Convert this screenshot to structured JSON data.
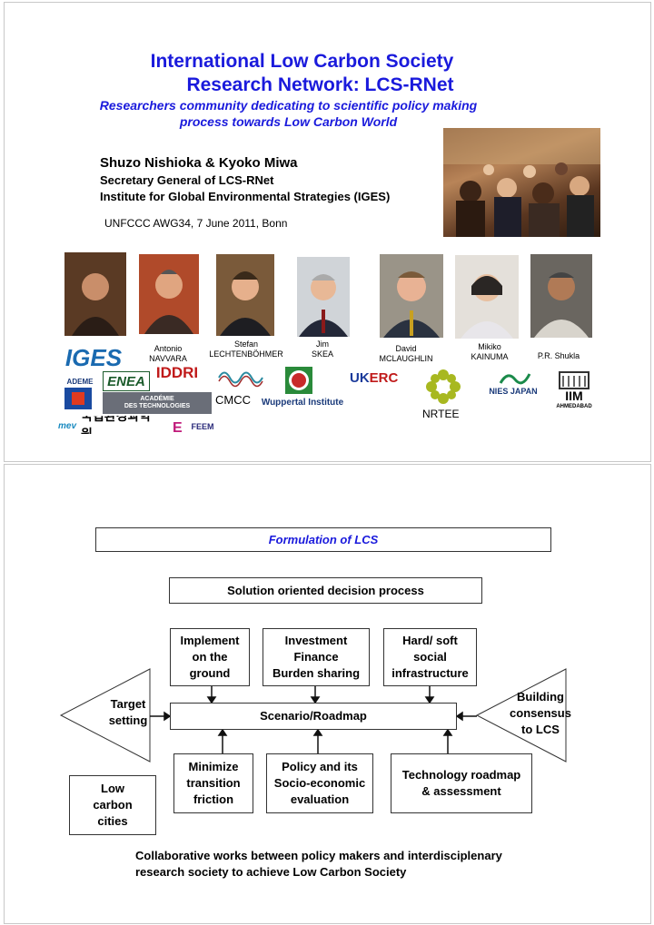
{
  "slide1": {
    "title_line1": "International Low Carbon Society",
    "title_line2": "Research Network: LCS-RNet",
    "subtitle_line1": "Researchers community dedicating to scientific policy making",
    "subtitle_line2": "process towards Low Carbon World",
    "authors": "Shuzo Nishioka & Kyoko Miwa",
    "affiliation1": "Secretary General of LCS-RNet",
    "affiliation2": "Institute for Global Environmental Strategies (IGES)",
    "event": "UNFCCC AWG34,  7 June 2011, Bonn",
    "people": [
      {
        "first": "Antonio",
        "last": "NAVVARA"
      },
      {
        "first": "Stefan",
        "last": "LECHTENBÖHMER"
      },
      {
        "first": "Jim",
        "last": "SKEA"
      },
      {
        "first": "David",
        "last": "MCLAUGHLIN"
      },
      {
        "first": "Mikiko",
        "last": "KAINUMA"
      },
      {
        "first": "",
        "last": "P.R. Shukla"
      }
    ],
    "logos": {
      "iges": "IGES",
      "ademe": "ADEME",
      "enea": "ENEA",
      "iddri": "IDDRI",
      "academie_line1": "ACADÉMIE",
      "academie_line2": "DES TECHNOLOGIES",
      "cmcc": "CMCC",
      "wuppertal": "Wuppertal Institute",
      "ukerc_uk": "UK",
      "ukerc_erc": "ERC",
      "nrtee": "NRTEE",
      "nies": "NIES JAPAN",
      "iim_line1": "IIM",
      "iim_line2": "AHMEDABAD",
      "korea": "국립환경과학원",
      "mev": "mev",
      "feem": "FEEM"
    }
  },
  "slide2": {
    "header": "Formulation of LCS",
    "process": "Solution   oriented decision process",
    "top_boxes": [
      {
        "l1": "Implement",
        "l2": "on the",
        "l3": "ground"
      },
      {
        "l1": "Investment",
        "l2": "Finance",
        "l3": "Burden sharing"
      },
      {
        "l1": "Hard/ soft",
        "l2": "social",
        "l3": "infrastructure"
      }
    ],
    "scenario": "Scenario/Roadmap",
    "target_l1": "Target",
    "target_l2": "setting",
    "building_l1": "Building",
    "building_l2": "consensus",
    "building_l3": "to LCS",
    "bottom_boxes": [
      {
        "l1": "Minimize",
        "l2": "transition",
        "l3": "friction"
      },
      {
        "l1": "Policy and its",
        "l2": "Socio-economic",
        "l3": "evaluation"
      },
      {
        "l1": "Technology roadmap",
        "l2": "& assessment",
        "l3": ""
      }
    ],
    "low_carbon_l1": "Low",
    "low_carbon_l2": "carbon",
    "low_carbon_l3": "cities",
    "footer_l1": "Collaborative works between policy makers and interdisciplenary",
    "footer_l2": "research society to achieve Low Carbon Society"
  }
}
